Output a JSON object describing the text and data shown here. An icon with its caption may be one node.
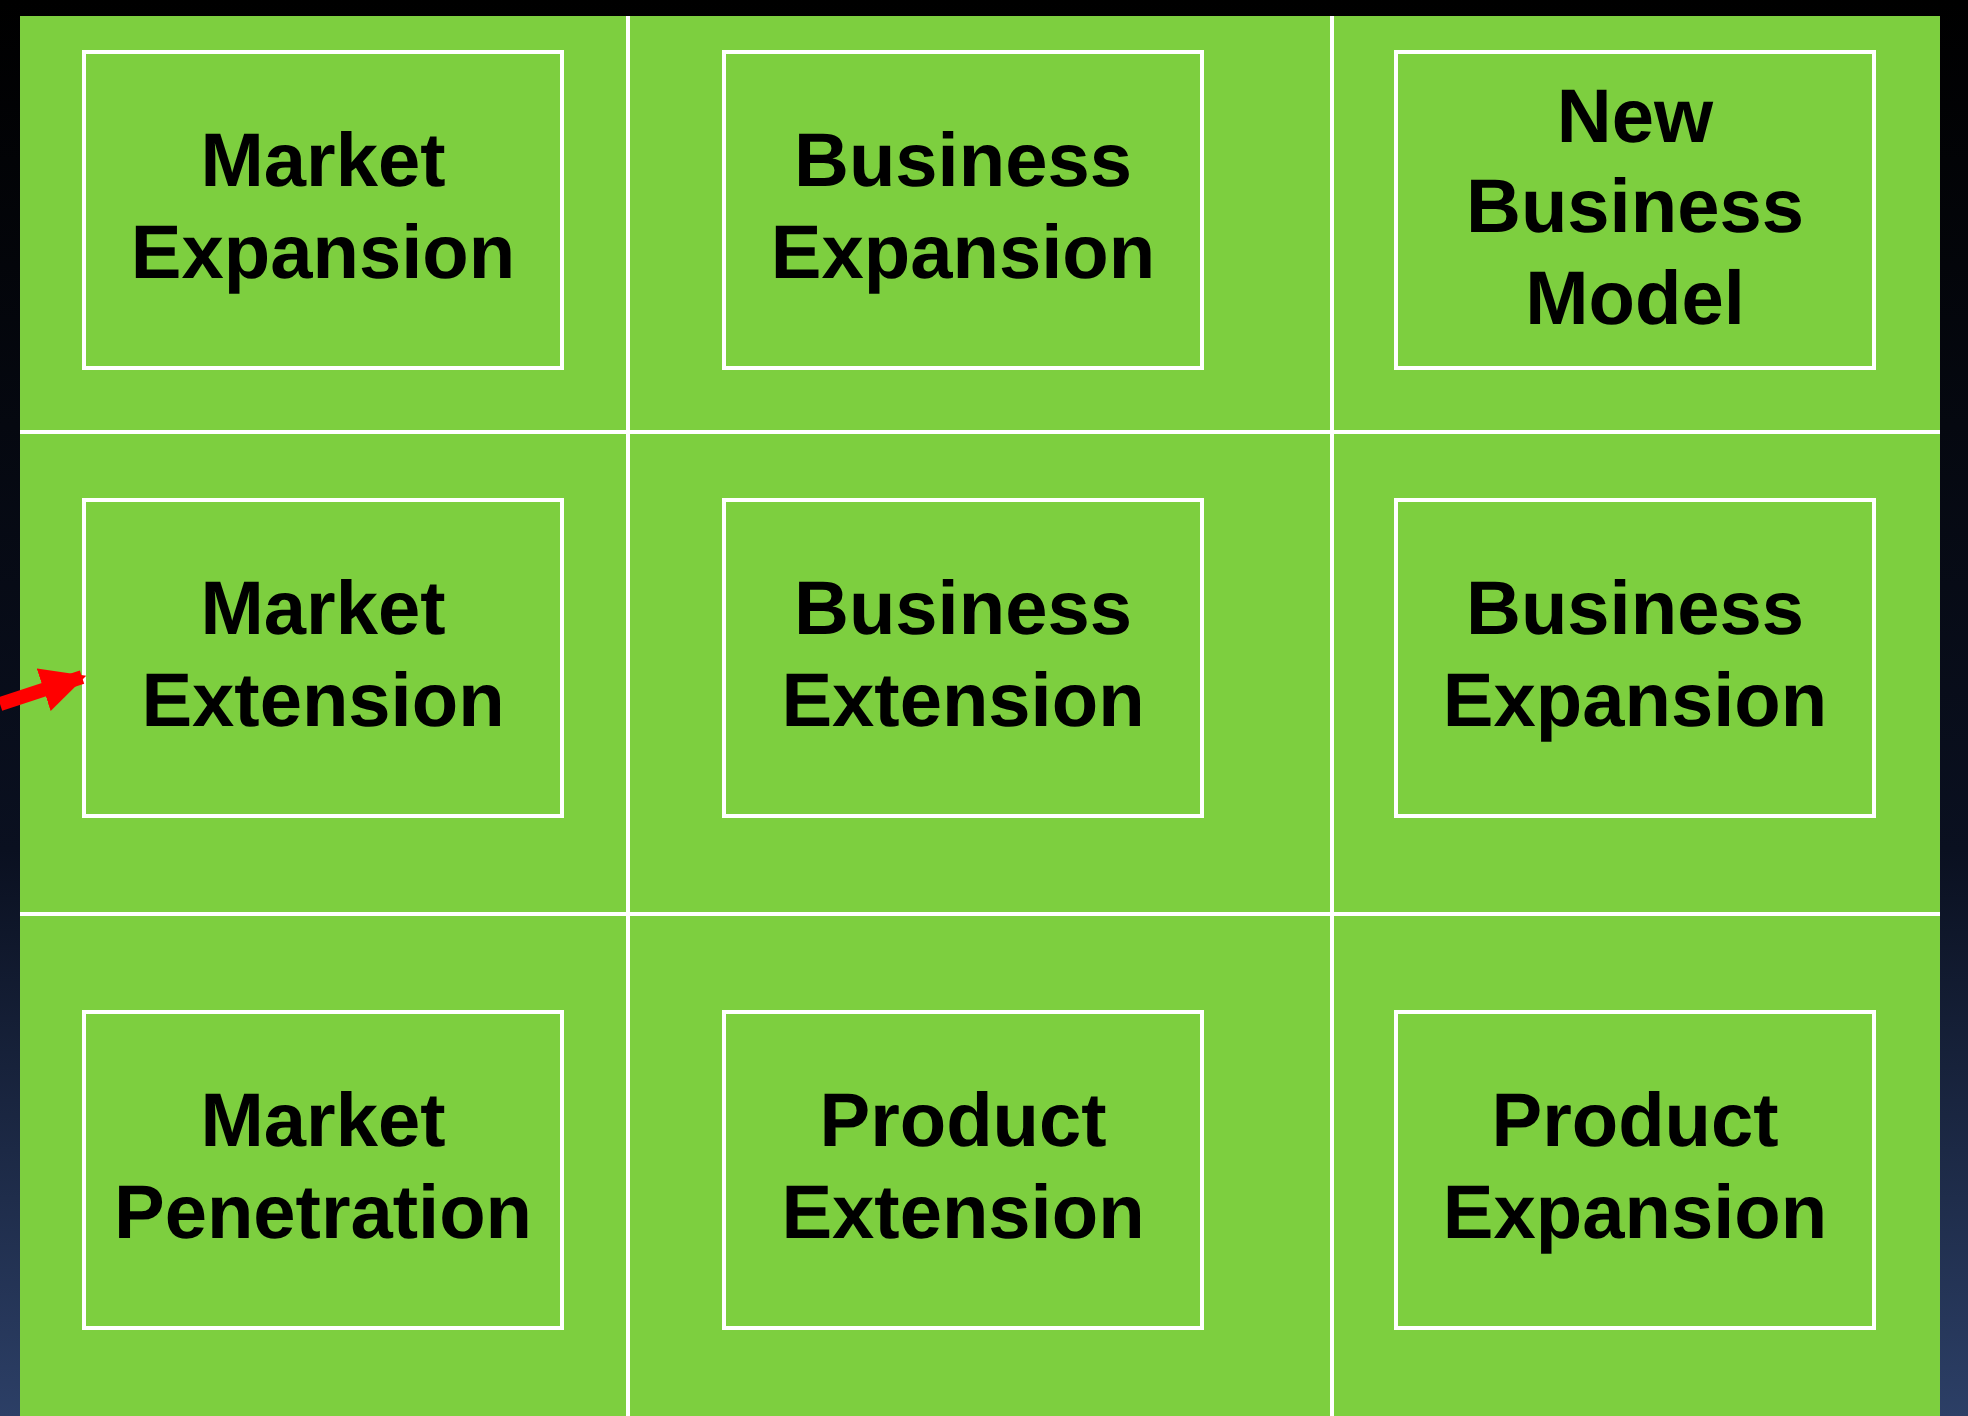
{
  "diagram": {
    "nodes": [
      {
        "text": [
          "Market Expansion"
        ]
      },
      {
        "text": [
          "Business Expansion"
        ]
      },
      {
        "text": [
          "New Business Model"
        ]
      },
      {
        "text": [
          "Market Extension"
        ]
      },
      {
        "text": [
          "Business Extension"
        ]
      },
      {
        "text": [
          "Business Expansion"
        ]
      },
      {
        "text": [
          "Market Penetration"
        ]
      },
      {
        "text": [
          "Product Extension"
        ]
      },
      {
        "text": [
          "Product Expansion"
        ]
      }
    ],
    "edges": [
      {
        "from": null,
        "to": 3,
        "arrow": "to"
      }
    ]
  }
}
